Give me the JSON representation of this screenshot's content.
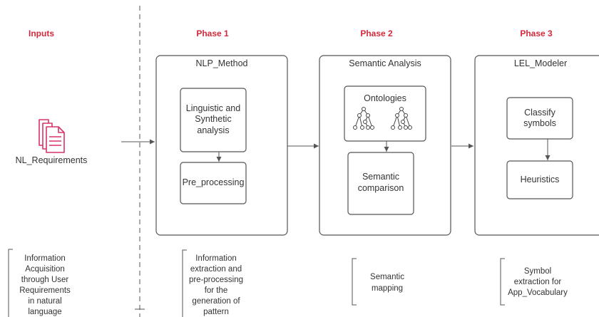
{
  "colors": {
    "header": "#d4293b",
    "icon": "#d6336c",
    "stroke": "#555555",
    "text": "#333333"
  },
  "headers": {
    "inputs": "Inputs",
    "phase1": "Phase 1",
    "phase2": "Phase 2",
    "phase3": "Phase 3"
  },
  "input": {
    "icon": "documents-icon",
    "label": "NL_Requirements"
  },
  "phase1": {
    "title": "NLP_Method",
    "box1": [
      "Linguistic and",
      "Synthetic",
      "analysis"
    ],
    "box2": "Pre_processing"
  },
  "phase2": {
    "title": "Semantic Analysis",
    "ontologies": "Ontologies",
    "icon": "ontology-tree-icon",
    "box2": [
      "Semantic",
      "comparison"
    ]
  },
  "phase3": {
    "title": "LEL_Modeler",
    "box1": [
      "Classify",
      "symbols"
    ],
    "box2": "Heuristics"
  },
  "notes": {
    "inputs": [
      "Information",
      "Acquisition",
      "through User",
      "Requirements",
      "in natural",
      "language"
    ],
    "phase1": [
      "Information",
      "extraction and",
      "pre-processing",
      "for the",
      "generation of",
      "pattern"
    ],
    "phase2": [
      "Semantic",
      "mapping"
    ],
    "phase3": [
      "Symbol",
      "extraction for",
      "App_Vocabulary"
    ]
  }
}
